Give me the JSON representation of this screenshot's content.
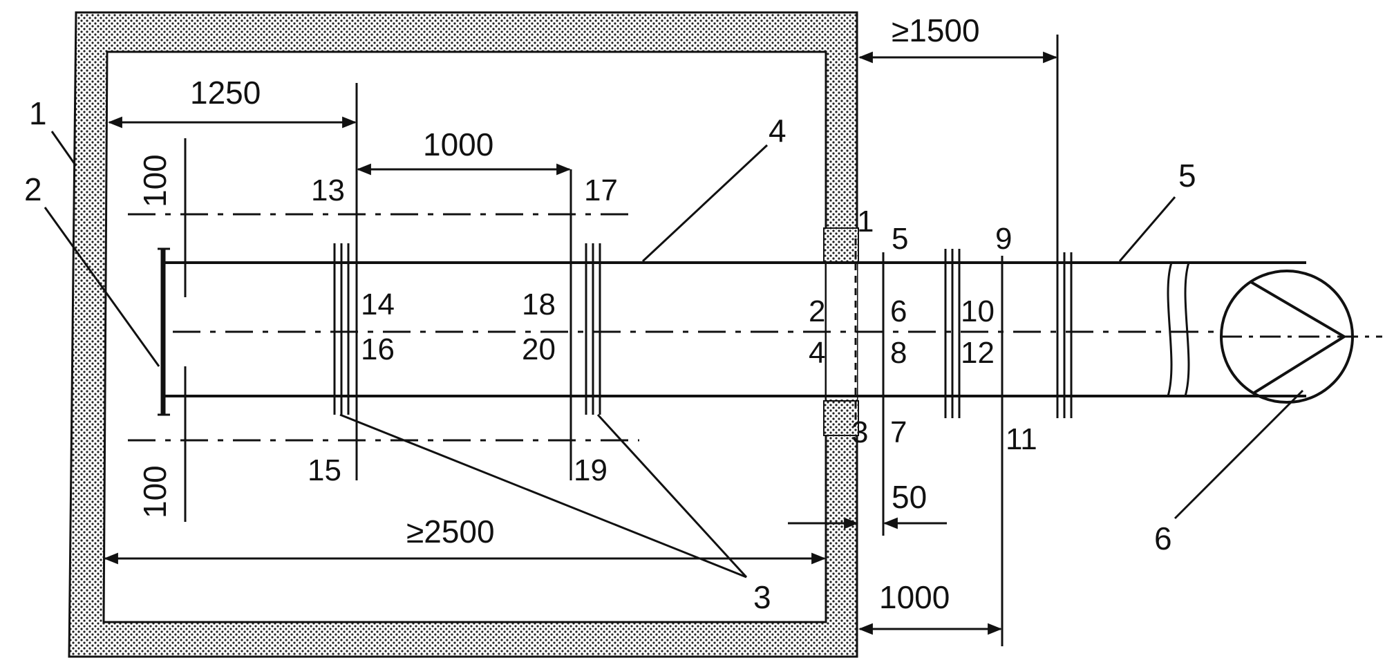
{
  "diagram": {
    "dims": {
      "d1250": "1250",
      "d1000_top": "1000",
      "d100_top": "100",
      "d100_bottom": "100",
      "d2500": "≥2500",
      "d1500": "≥1500",
      "d50": "50",
      "d1000_bottom": "1000"
    },
    "callouts": {
      "c1": "1",
      "c2": "2",
      "c3": "3",
      "c4": "4",
      "c5": "5",
      "c6": "6"
    },
    "points": {
      "p1": "1",
      "p2": "2",
      "p3": "3",
      "p4": "4",
      "p5": "5",
      "p6": "6",
      "p7": "7",
      "p8": "8",
      "p9": "9",
      "p10": "10",
      "p11": "11",
      "p12": "12",
      "p13": "13",
      "p14": "14",
      "p15": "15",
      "p16": "16",
      "p17": "17",
      "p18": "18",
      "p19": "19",
      "p20": "20"
    }
  }
}
